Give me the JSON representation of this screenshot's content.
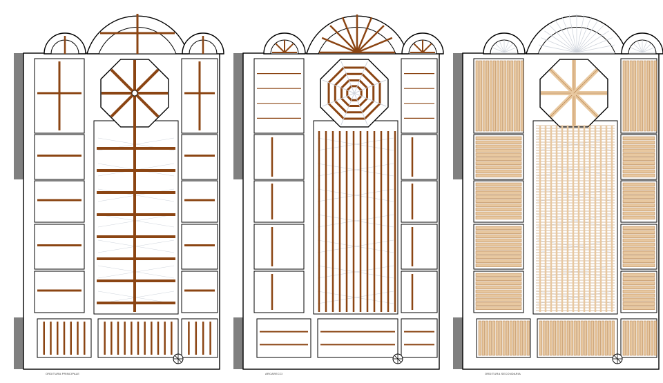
{
  "figure": {
    "plans": [
      {
        "id": "plan-1",
        "caption": "ORDITURA PRINCIPALE",
        "mode": "primary"
      },
      {
        "id": "plan-2",
        "caption": "ARCARECCI",
        "mode": "secondary"
      },
      {
        "id": "plan-3",
        "caption": "ORDITURA SECONDARIA",
        "mode": "tertiary"
      }
    ]
  },
  "colors": {
    "beam": "#8b4513",
    "plank": "#e8c8a0",
    "plank_stroke": "#b07a45",
    "wall": "#000000",
    "fill": "#ffffff",
    "neighbor": "#808080",
    "guide": "#cfd4dc"
  },
  "icons": [
    "compass-rose-icon"
  ]
}
